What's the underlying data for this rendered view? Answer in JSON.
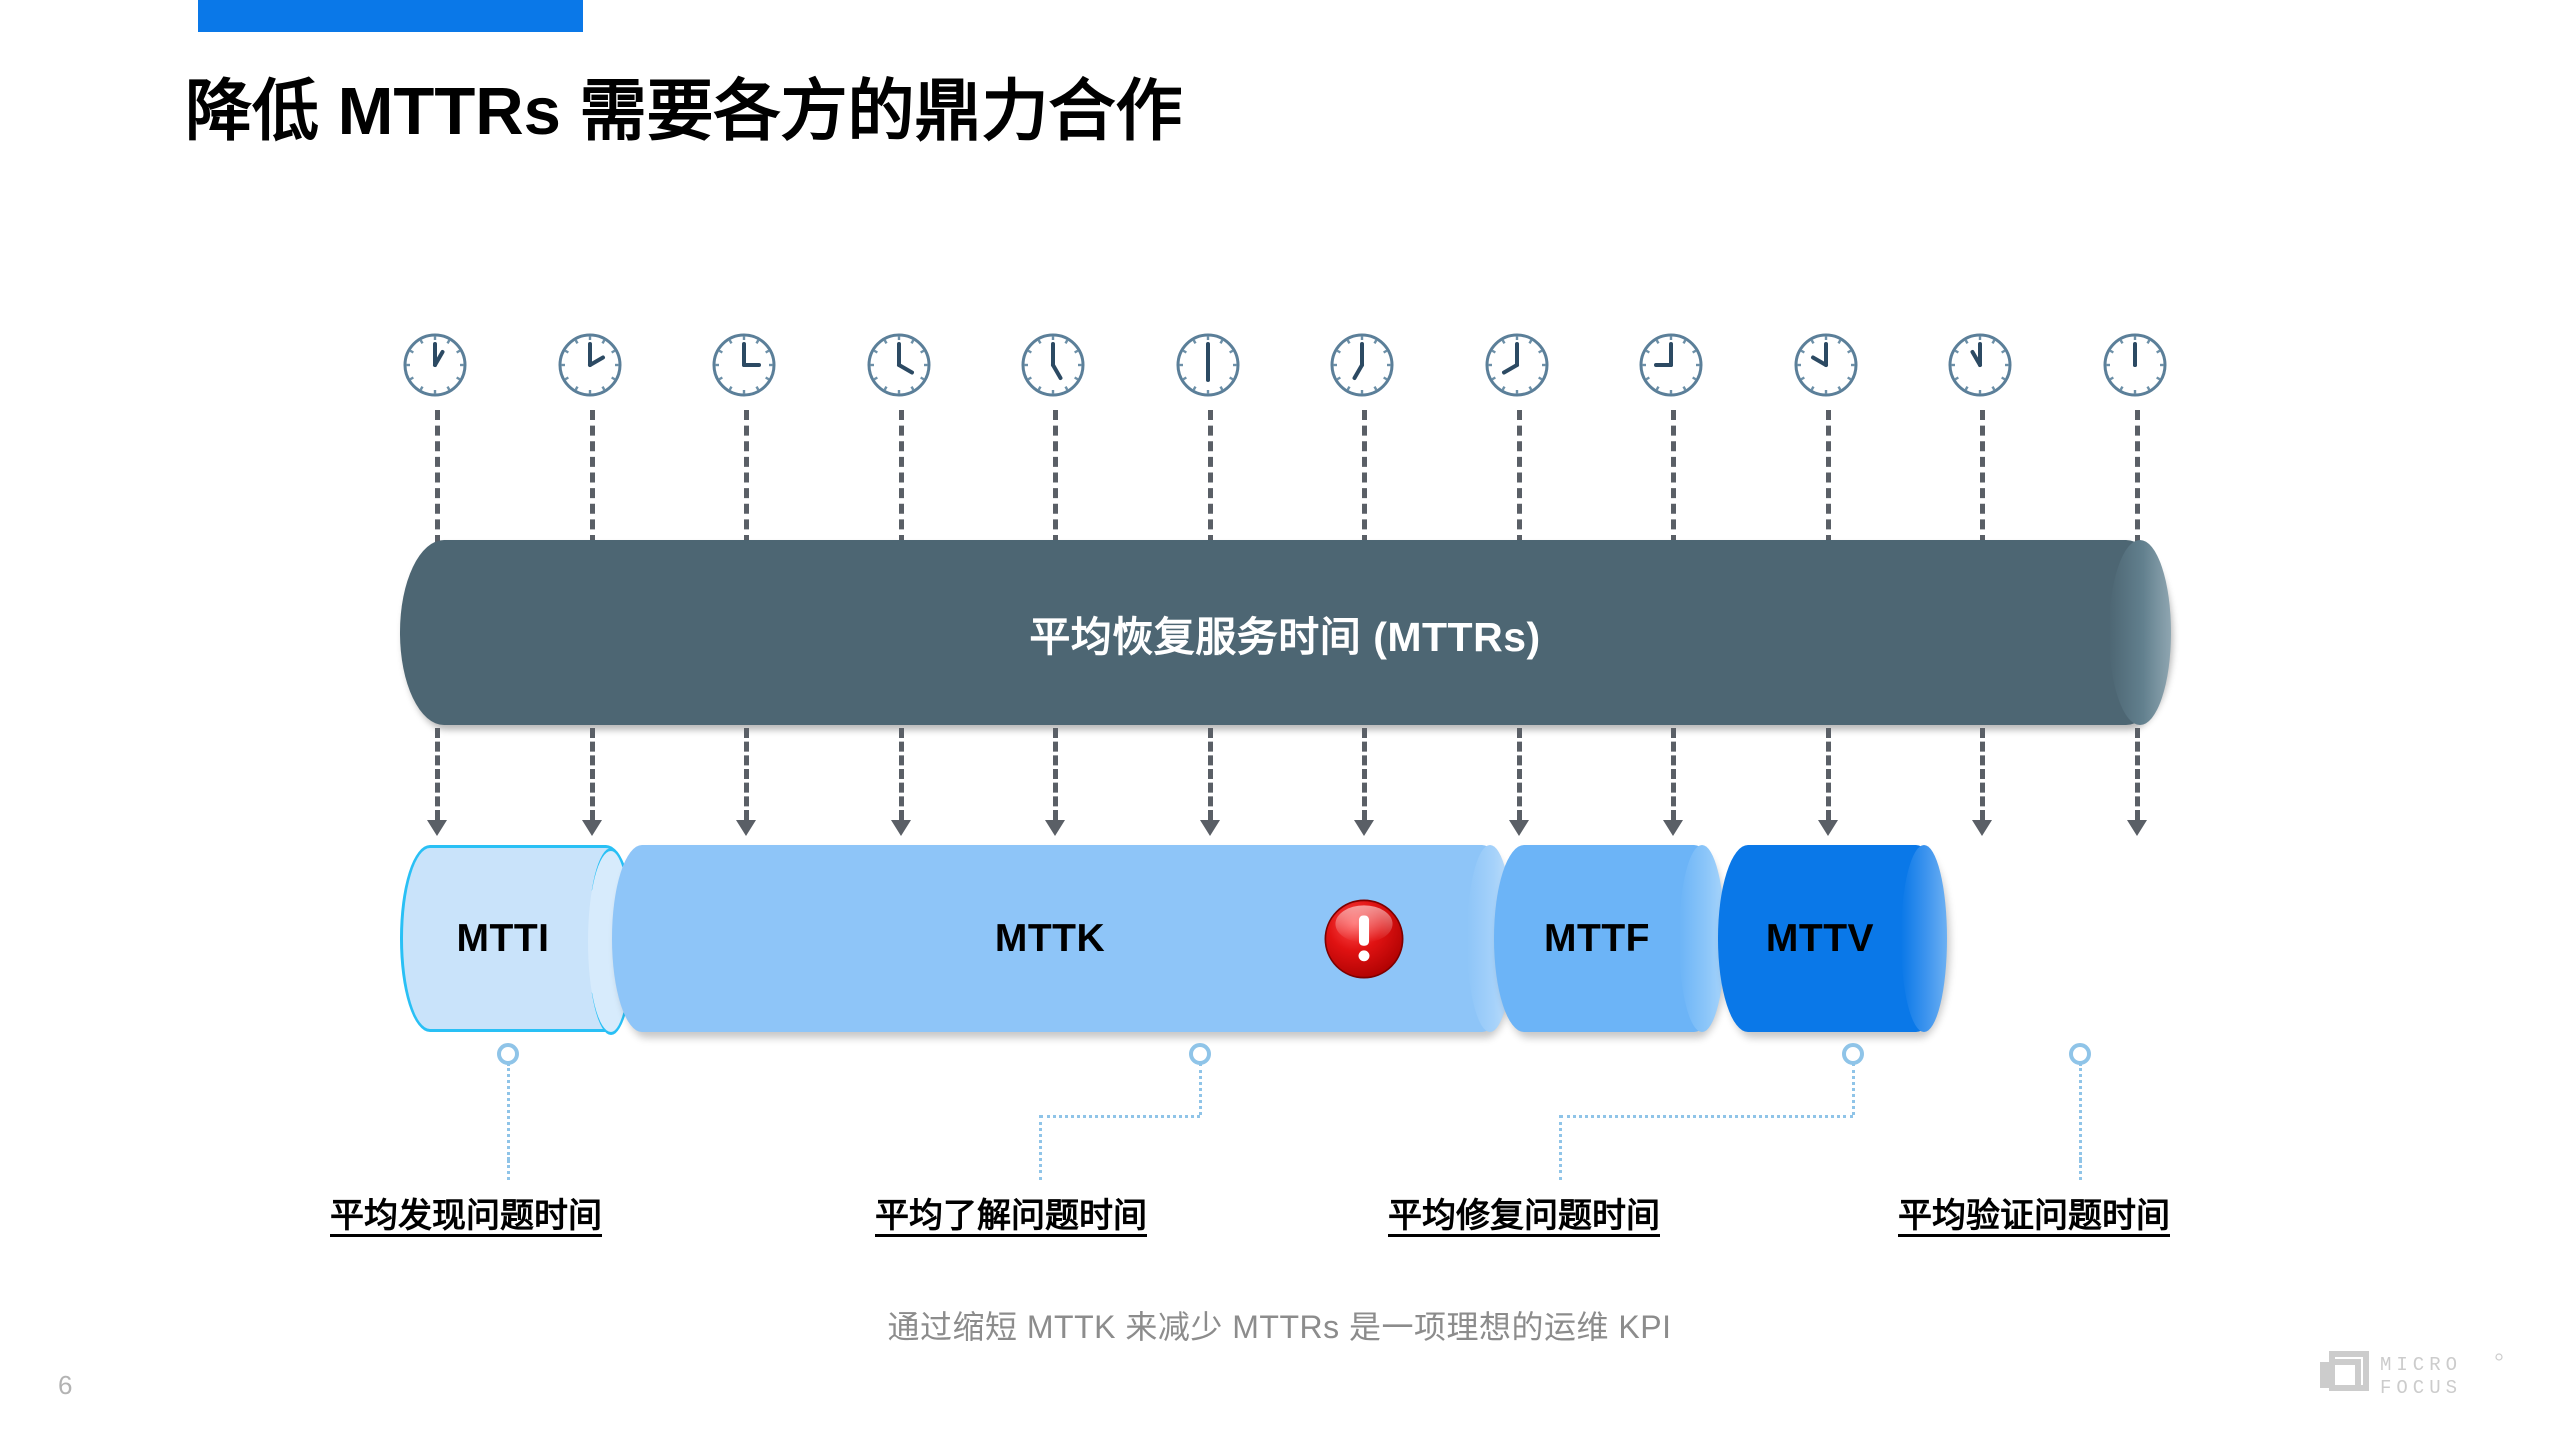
{
  "slide": {
    "accent_color": "#0a78e8",
    "title": "降低 MTTRs 需要各方的鼎力合作",
    "page_number": "6",
    "footer_note": "通过缩短 MTTK 来减少 MTTRs 是一项理想的运维 KPI",
    "background": "#ffffff"
  },
  "timeline": {
    "clocks_label": "clock-icon",
    "clocks": [
      {
        "hour": 1,
        "minute": 0
      },
      {
        "hour": 2,
        "minute": 0
      },
      {
        "hour": 3,
        "minute": 0
      },
      {
        "hour": 4,
        "minute": 0
      },
      {
        "hour": 5,
        "minute": 0
      },
      {
        "hour": 6,
        "minute": 0
      },
      {
        "hour": 7,
        "minute": 0
      },
      {
        "hour": 8,
        "minute": 0
      },
      {
        "hour": 9,
        "minute": 0
      },
      {
        "hour": 10,
        "minute": 0
      },
      {
        "hour": 11,
        "minute": 0
      },
      {
        "hour": 12,
        "minute": 0
      }
    ]
  },
  "mttrs_bar": {
    "label": "平均恢复服务时间 (MTTRs)",
    "color": "#4d6673",
    "text_color": "#ffffff"
  },
  "stages": [
    {
      "code": "MTTI",
      "caption": "平均发现问题时间",
      "color": "#c9e3fa",
      "border_color": "#29c0f5"
    },
    {
      "code": "MTTK",
      "caption": "平均了解问题时间",
      "color": "#8ec5f8",
      "badge": "alert-exclamation-icon",
      "badge_color": "#d40000"
    },
    {
      "code": "MTTF",
      "caption": "平均修复问题时间",
      "color": "#6cb4f7"
    },
    {
      "code": "MTTV",
      "caption": "平均验证问题时间",
      "color": "#0a78e8"
    }
  ],
  "brand": {
    "line1": "MICRO",
    "line2": "FOCUS",
    "mark": "micro-focus-logo",
    "color": "#cccccc"
  }
}
